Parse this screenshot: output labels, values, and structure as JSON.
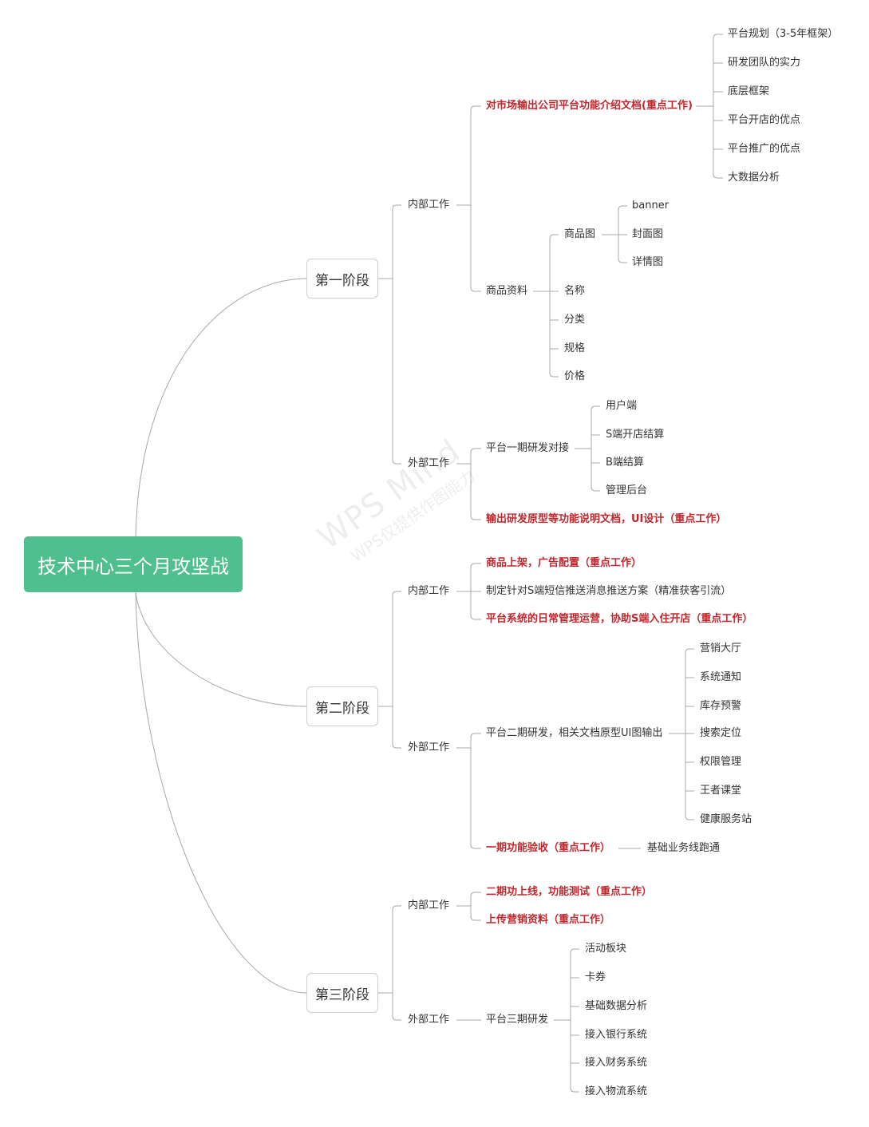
{
  "root": {
    "label": "技术中心三个月攻坚战"
  },
  "watermark": {
    "line1": "WPS Mind",
    "line2": "WPS仅提供作图能力"
  },
  "stage1": {
    "label": "第一阶段",
    "internal": {
      "label": "内部工作",
      "doc": {
        "label": "对市场输出公司平台功能介绍文档(重点工作)",
        "items": [
          "平台规划（3-5年框架）",
          "研发团队的实力",
          "底层框架",
          "平台开店的优点",
          "平台推广的优点",
          "大数据分析"
        ]
      },
      "goods": {
        "label": "商品资料",
        "image": {
          "label": "商品图",
          "items": [
            "banner",
            "封面图",
            "详情图"
          ]
        },
        "items": [
          "名称",
          "分类",
          "规格",
          "价格"
        ]
      }
    },
    "external": {
      "label": "外部工作",
      "dev": {
        "label": "平台一期研发对接",
        "items": [
          "用户端",
          "S端开店结算",
          "B端结算",
          "管理后台"
        ]
      },
      "output": "输出研发原型等功能说明文档，UI设计（重点工作）"
    }
  },
  "stage2": {
    "label": "第二阶段",
    "internal": {
      "label": "内部工作",
      "items": [
        "商品上架，广告配置（重点工作）",
        "制定针对S端短信推送消息推送方案（精准获客引流）",
        "平台系统的日常管理运营，协助S端入住开店（重点工作）"
      ]
    },
    "external": {
      "label": "外部工作",
      "dev": {
        "label": "平台二期研发，相关文档原型UI图输出",
        "items": [
          "营销大厅",
          "系统通知",
          "库存预警",
          "搜索定位",
          "权限管理",
          "王者课堂",
          "健康服务站"
        ]
      },
      "accept": {
        "label": "一期功能验收（重点工作）",
        "child": "基础业务线跑通"
      }
    }
  },
  "stage3": {
    "label": "第三阶段",
    "internal": {
      "label": "内部工作",
      "items": [
        "二期功上线，功能测试（重点工作）",
        "上传营销资料（重点工作）"
      ]
    },
    "external": {
      "label": "外部工作",
      "dev": {
        "label": "平台三期研发",
        "items": [
          "活动板块",
          "卡券",
          "基础数据分析",
          "接入银行系统",
          "接入财务系统",
          "接入物流系统"
        ]
      }
    }
  }
}
